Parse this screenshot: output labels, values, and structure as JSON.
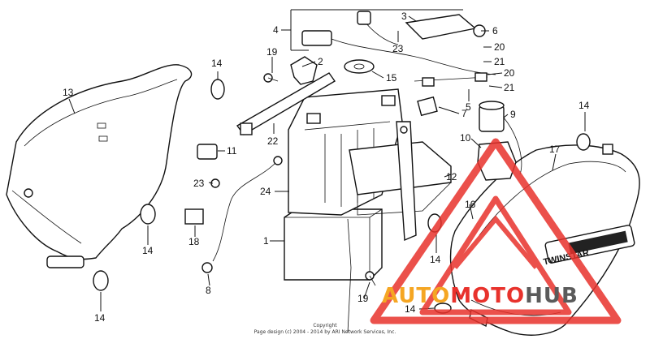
{
  "diagram": {
    "callouts": [
      {
        "id": "c-3",
        "text": "3"
      },
      {
        "id": "c-4",
        "text": "4"
      },
      {
        "id": "c-6",
        "text": "6"
      },
      {
        "id": "c-19a",
        "text": "19"
      },
      {
        "id": "c-2",
        "text": "2"
      },
      {
        "id": "c-23a",
        "text": "23"
      },
      {
        "id": "c-20a",
        "text": "20"
      },
      {
        "id": "c-21a",
        "text": "21"
      },
      {
        "id": "c-20b",
        "text": "20"
      },
      {
        "id": "c-15",
        "text": "15"
      },
      {
        "id": "c-21b",
        "text": "21"
      },
      {
        "id": "c-14a",
        "text": "14"
      },
      {
        "id": "c-13",
        "text": "13"
      },
      {
        "id": "c-5",
        "text": "5"
      },
      {
        "id": "c-7",
        "text": "7"
      },
      {
        "id": "c-9",
        "text": "9"
      },
      {
        "id": "c-14b",
        "text": "14"
      },
      {
        "id": "c-22",
        "text": "22"
      },
      {
        "id": "c-11",
        "text": "11"
      },
      {
        "id": "c-10",
        "text": "10"
      },
      {
        "id": "c-17",
        "text": "17"
      },
      {
        "id": "c-23b",
        "text": "23"
      },
      {
        "id": "c-24",
        "text": "24"
      },
      {
        "id": "c-12",
        "text": "12"
      },
      {
        "id": "c-16",
        "text": "16"
      },
      {
        "id": "c-14c",
        "text": "14"
      },
      {
        "id": "c-18",
        "text": "18"
      },
      {
        "id": "c-1",
        "text": "1"
      },
      {
        "id": "c-14d",
        "text": "14"
      },
      {
        "id": "c-8",
        "text": "8"
      },
      {
        "id": "c-19b",
        "text": "19"
      },
      {
        "id": "c-14e",
        "text": "14"
      },
      {
        "id": "c-14f",
        "text": "14"
      }
    ],
    "emblem_text": "TWINSTAR",
    "copyright": {
      "line1": "Copyright",
      "line2": "Page design (c) 2004 - 2014 by ARI Network Services, Inc."
    }
  },
  "watermark": {
    "part1": "AUTO",
    "part2": "MOTO",
    "part3": "HUB",
    "colors": {
      "red": "#e8322c",
      "orange": "#f5a623",
      "gray": "#5b5b5b"
    }
  }
}
